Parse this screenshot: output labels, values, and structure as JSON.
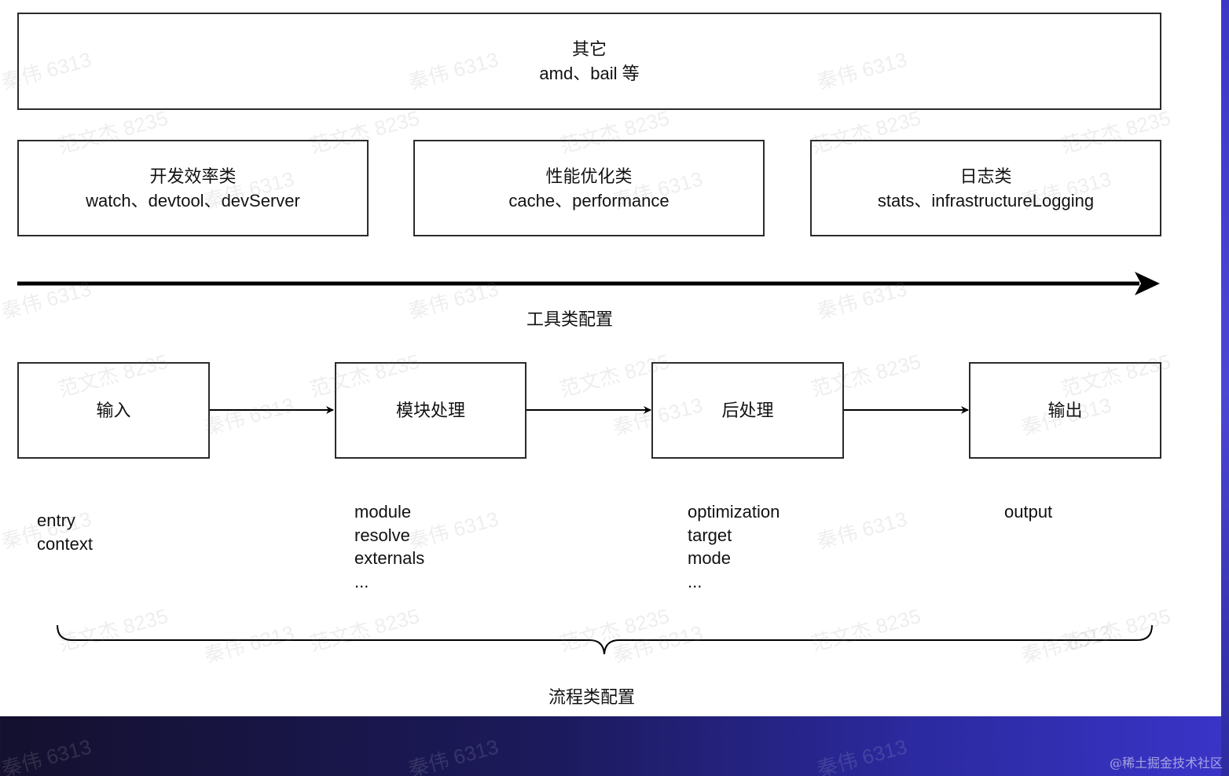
{
  "top_box": {
    "title": "其它",
    "subtitle": "amd、bail 等"
  },
  "tool_boxes": [
    {
      "title": "开发效率类",
      "subtitle": "watch、devtool、devServer"
    },
    {
      "title": "性能优化类",
      "subtitle": "cache、performance"
    },
    {
      "title": "日志类",
      "subtitle": "stats、infrastructureLogging"
    }
  ],
  "tool_axis_label": "工具类配置",
  "flow_steps": [
    {
      "label": "输入"
    },
    {
      "label": "模块处理"
    },
    {
      "label": "后处理"
    },
    {
      "label": "输出"
    }
  ],
  "flow_options": [
    {
      "lines": [
        "entry",
        "context"
      ]
    },
    {
      "lines": [
        "module",
        "resolve",
        "externals",
        "..."
      ]
    },
    {
      "lines": [
        "optimization",
        "target",
        "mode",
        "..."
      ]
    },
    {
      "lines": [
        "output"
      ]
    }
  ],
  "flow_label": "流程类配置",
  "watermarks": {
    "name_a": "秦伟 6313",
    "name_b": "范文杰 8235"
  },
  "site_credit": "@稀土掘金技术社区",
  "colors": {
    "line": "#000000",
    "box_border": "#2b2b2b",
    "background_dark": "#1c1a5c",
    "background_accent": "#3a34c8"
  }
}
